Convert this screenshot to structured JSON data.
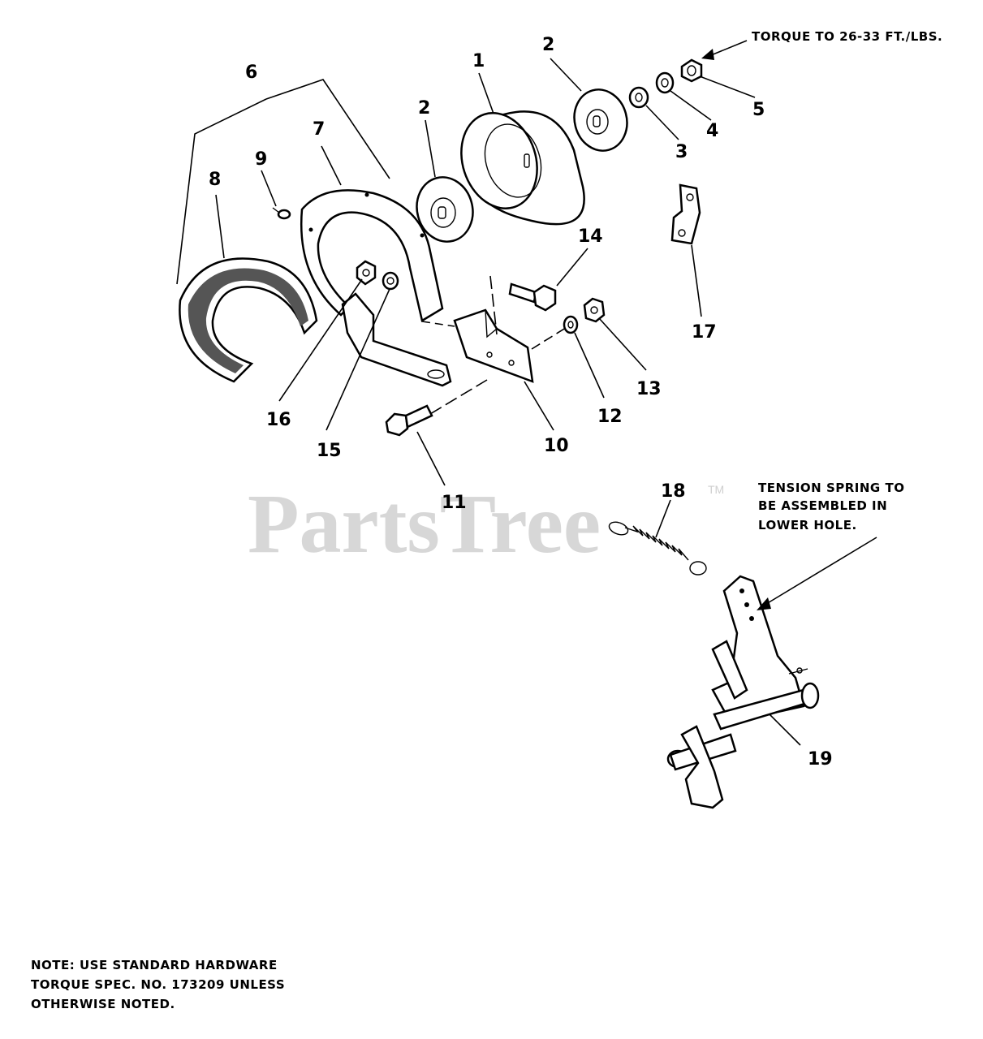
{
  "watermark": {
    "text": "PartsTree",
    "trademark": "TM"
  },
  "callouts": {
    "torque": "TORQUE TO 26-33 FT./LBS.",
    "spring_line1": "TENSION SPRING TO",
    "spring_line2": "BE ASSEMBLED IN",
    "spring_line3": "LOWER HOLE."
  },
  "note": {
    "line1": "NOTE: USE STANDARD HARDWARE",
    "line2": "TORQUE SPEC. NO. 173209 UNLESS",
    "line3": "OTHERWISE NOTED."
  },
  "part_labels": {
    "p1": "1",
    "p2a": "2",
    "p2b": "2",
    "p3": "3",
    "p4": "4",
    "p5": "5",
    "p6": "6",
    "p7": "7",
    "p8": "8",
    "p9": "9",
    "p10": "10",
    "p11": "11",
    "p12": "12",
    "p13": "13",
    "p14": "14",
    "p15": "15",
    "p16": "16",
    "p17": "17",
    "p18": "18",
    "p19": "19"
  }
}
